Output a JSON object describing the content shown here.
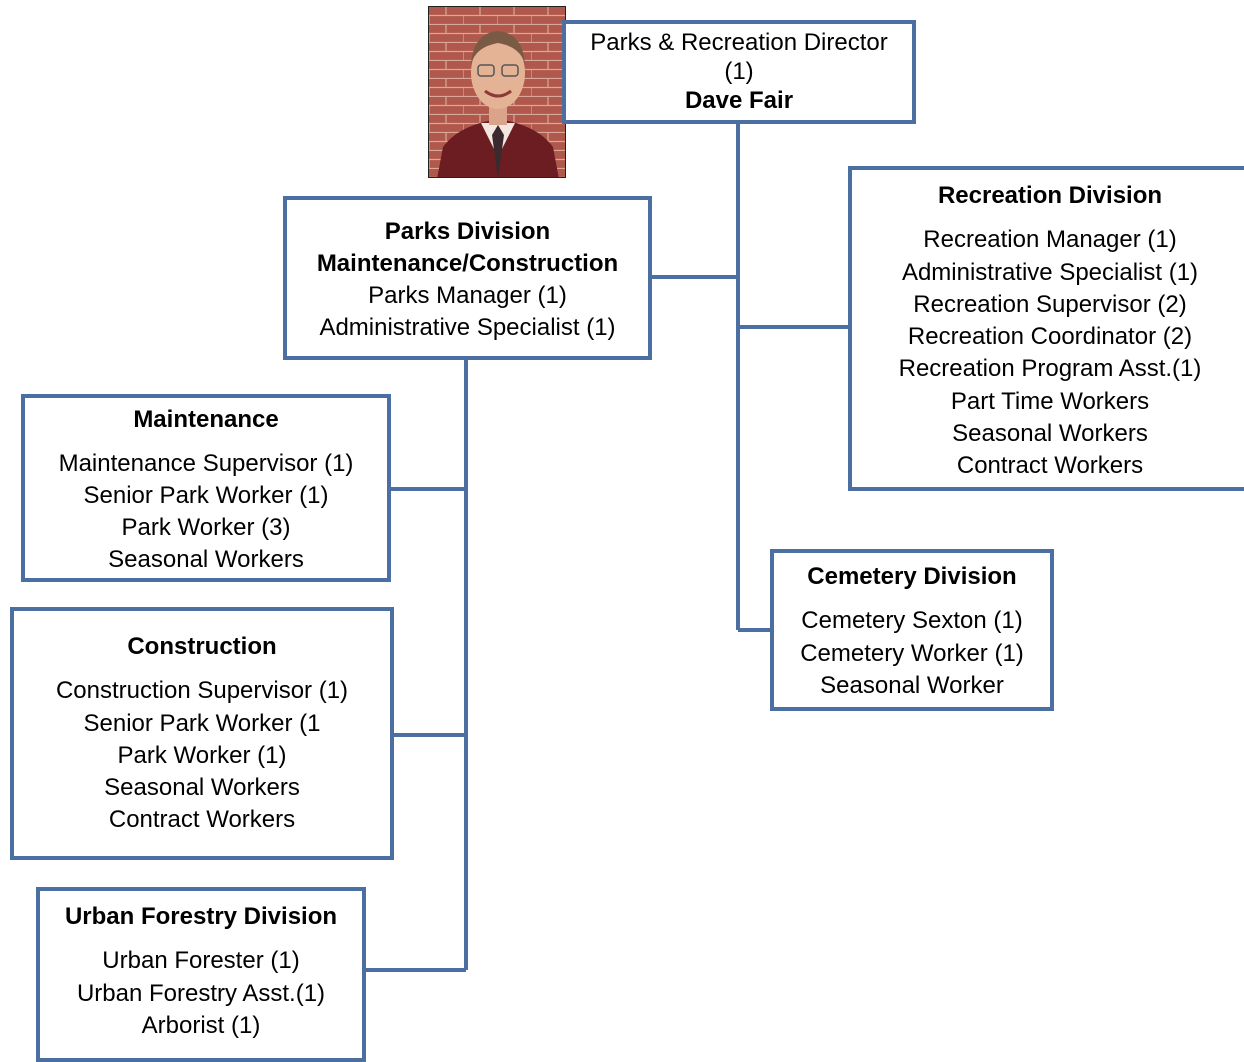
{
  "director": {
    "title": "Parks & Recreation Director",
    "count": "(1)",
    "name": "Dave Fair"
  },
  "parks_division": {
    "title_line1": "Parks Division",
    "title_line2": "Maintenance/Construction",
    "positions": [
      "Parks Manager (1)",
      "Administrative Specialist (1)"
    ]
  },
  "recreation_division": {
    "title": "Recreation Division",
    "positions": [
      "Recreation Manager (1)",
      "Administrative Specialist (1)",
      "Recreation Supervisor (2)",
      "Recreation Coordinator (2)",
      "Recreation Program Asst.(1)",
      "Part Time Workers",
      "Seasonal Workers",
      "Contract Workers"
    ]
  },
  "maintenance": {
    "title": "Maintenance",
    "positions": [
      "Maintenance Supervisor (1)",
      "Senior Park Worker (1)",
      "Park Worker (3)",
      "Seasonal Workers"
    ]
  },
  "construction": {
    "title": "Construction",
    "positions": [
      "Construction Supervisor (1)",
      "Senior Park Worker (1",
      "Park Worker (1)",
      "Seasonal Workers",
      "Contract Workers"
    ]
  },
  "cemetery_division": {
    "title": "Cemetery Division",
    "positions": [
      "Cemetery Sexton (1)",
      "Cemetery Worker (1)",
      "Seasonal Worker"
    ]
  },
  "urban_forestry_division": {
    "title": "Urban Forestry Division",
    "positions": [
      "Urban Forester (1)",
      "Urban Forestry Asst.(1)",
      "Arborist (1)"
    ]
  },
  "colors": {
    "border": "#4a6fa0",
    "connector": "#4a6fa0"
  }
}
